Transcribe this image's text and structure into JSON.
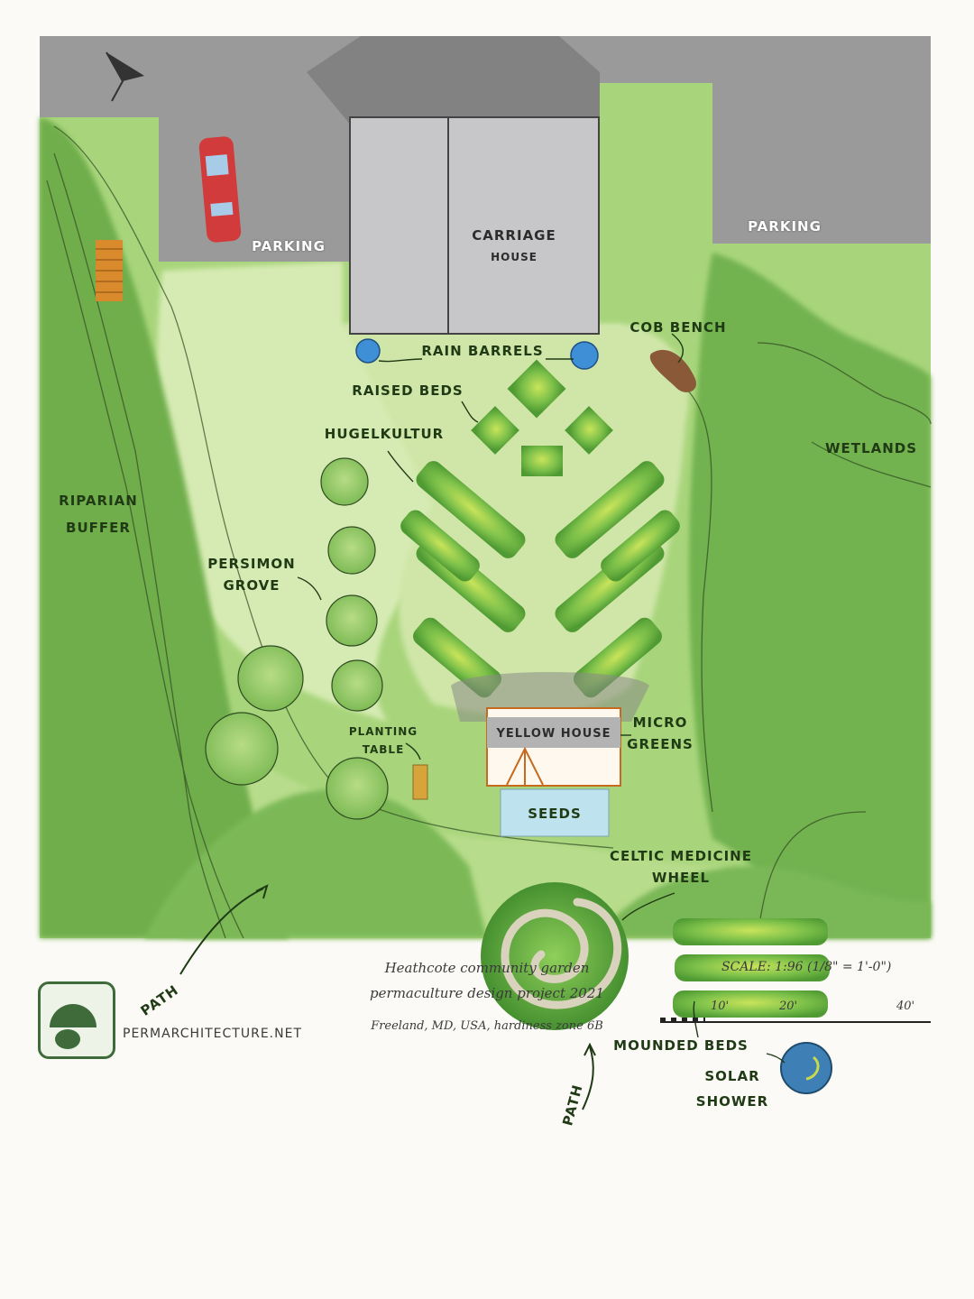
{
  "plan": {
    "north_symbol": "N",
    "labels": {
      "parking_left": "PARKING",
      "parking_right": "PARKING",
      "carriage_house_1": "CARRIAGE",
      "carriage_house_2": "HOUSE",
      "rain_barrels": "RAIN BARRELS",
      "cob_bench": "COB BENCH",
      "raised_beds": "RAISED BEDS",
      "hugelkultur": "HUGELKULTUR",
      "wetlands": "WETLANDS",
      "riparian_1": "RIPARIAN",
      "riparian_2": "BUFFER",
      "persimon_1": "PERSIMON",
      "persimon_2": "GROVE",
      "planting_1": "PLANTING",
      "planting_2": "TABLE",
      "yellow_house": "YELLOW HOUSE",
      "micro_1": "MICRO",
      "micro_2": "GREENS",
      "seeds": "SEEDS",
      "celtic_1": "CELTIC MEDICINE",
      "celtic_2": "WHEEL",
      "mounded_beds": "MOUNDED BEDS",
      "solar_1": "SOLAR",
      "solar_2": "SHOWER",
      "path_left": "PATH",
      "path_bottom": "PATH"
    }
  },
  "footer": {
    "website": "PERMARCHITECTURE.NET",
    "title_line1": "Heathcote community garden",
    "title_line2": "permaculture design project 2021",
    "location": "Freeland, MD, USA, hardiness zone 6B",
    "scale_text": "SCALE: 1:96 (1/8\" = 1'-0\")",
    "scale_ticks": [
      "10'",
      "20'",
      "40'"
    ]
  },
  "colors": {
    "lawn": "#cfe5a8",
    "grass": "#9fcf73",
    "forest": "#6fae4c",
    "paving": "#9a9a9a",
    "building": "#c7c7c9",
    "bed": "#7cc04a",
    "barrel": "#3f8fd6",
    "car": "#d23b3b",
    "seeds_blue": "#bfe3ee"
  }
}
